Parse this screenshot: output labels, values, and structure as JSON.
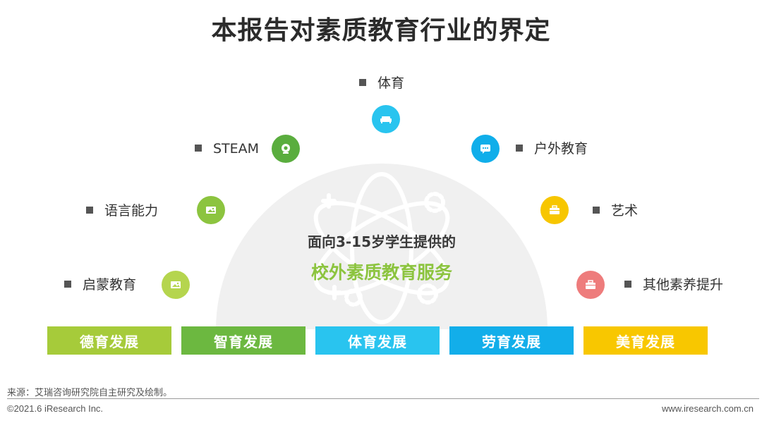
{
  "title": "本报告对素质教育行业的界定",
  "center": {
    "line1": "面向3-15岁学生提供的",
    "line2": "校外素质教育服务"
  },
  "categories": [
    {
      "label": "体育",
      "icon": "sofa-icon",
      "color": "#29c4ef"
    },
    {
      "label": "STEAM",
      "icon": "webcam-icon",
      "color": "#5aad3e"
    },
    {
      "label": "户外教育",
      "icon": "chat-bubble-icon",
      "color": "#10aeea"
    },
    {
      "label": "语言能力",
      "icon": "image-icon",
      "color": "#8cc43f"
    },
    {
      "label": "艺术",
      "icon": "briefcase-icon",
      "color": "#f7c600"
    },
    {
      "label": "启蒙教育",
      "icon": "image-icon",
      "color": "#b5d54e"
    },
    {
      "label": "其他素养提升",
      "icon": "briefcase-icon",
      "color": "#ee7c7c"
    }
  ],
  "bars": [
    {
      "label": "德育发展",
      "color": "#a6cb3a"
    },
    {
      "label": "智育发展",
      "color": "#6cb840"
    },
    {
      "label": "体育发展",
      "color": "#29c4ef"
    },
    {
      "label": "劳育发展",
      "color": "#12aeea"
    },
    {
      "label": "美育发展",
      "color": "#f8c700"
    }
  ],
  "footer": {
    "source": "来源：艾瑞咨询研究院自主研究及绘制。",
    "copyright": "©2021.6 iResearch Inc.",
    "website": "www.iresearch.com.cn"
  }
}
